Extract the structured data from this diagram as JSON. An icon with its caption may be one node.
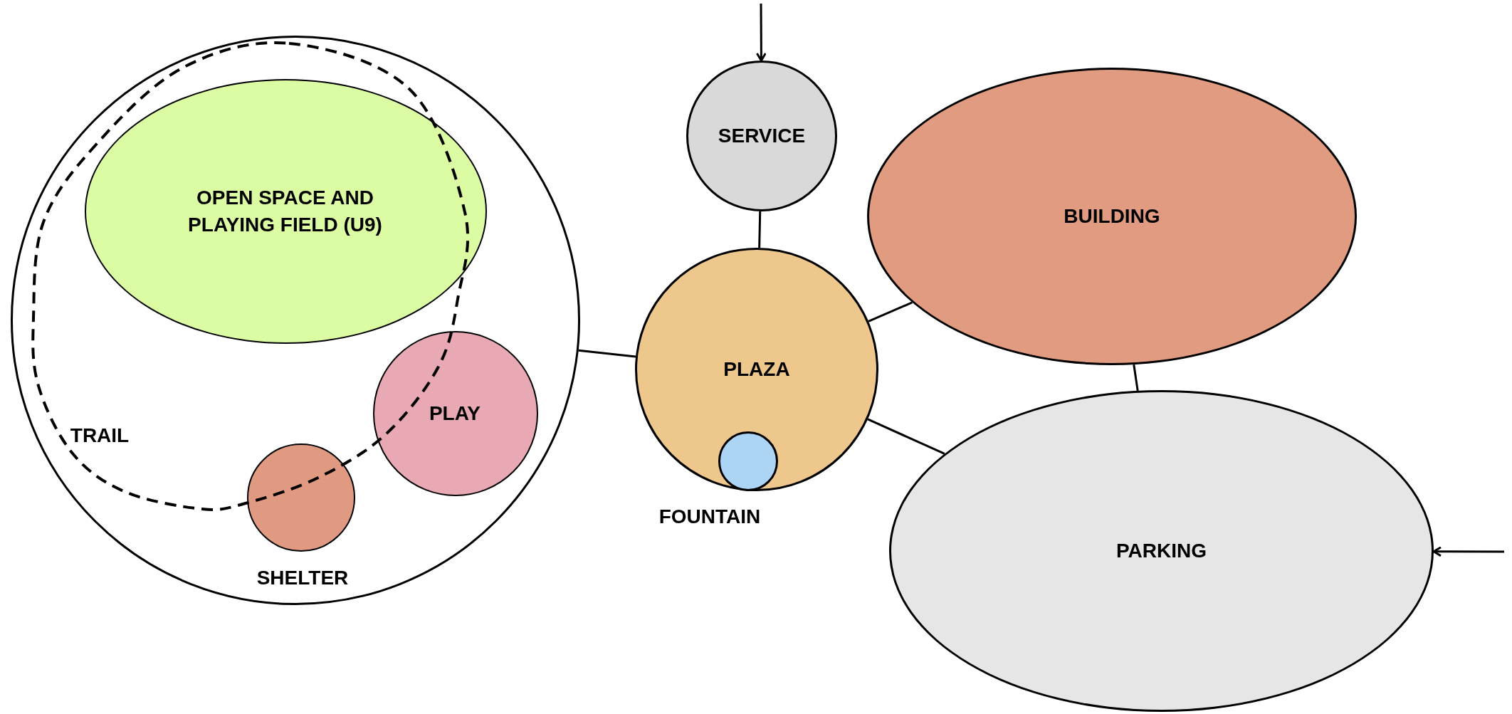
{
  "diagram": {
    "nodes": [
      {
        "text": [],
        "shape": "circle"
      },
      {
        "text": [
          "OPEN SPACE AND PLAYING FIELD (U9)"
        ],
        "in": 0
      },
      {
        "text": [
          "PLAY"
        ],
        "in": 0
      },
      {
        "text": [
          "SHELTER"
        ],
        "in": 0
      },
      {
        "text": [
          "SERVICE"
        ]
      },
      {
        "text": [
          "PLAZA"
        ]
      },
      {
        "text": [
          "FOUNTAIN"
        ],
        "in": 5
      },
      {
        "text": [
          "BUILDING"
        ]
      },
      {
        "text": [
          "PARKING"
        ]
      }
    ],
    "edges": [
      {
        "from": 0,
        "to": 5,
        "arrow": "none"
      },
      {
        "from": 4,
        "to": 5,
        "arrow": "none"
      },
      {
        "from": 5,
        "to": 7,
        "arrow": "none"
      },
      {
        "from": 7,
        "to": 8,
        "arrow": "none"
      },
      {
        "from": 5,
        "to": 8,
        "arrow": "none"
      },
      {
        "from": null,
        "to": 4,
        "arrow": "to"
      },
      {
        "from": null,
        "to": 8,
        "arrow": "to"
      }
    ],
    "labels": [
      "TRAIL"
    ]
  }
}
